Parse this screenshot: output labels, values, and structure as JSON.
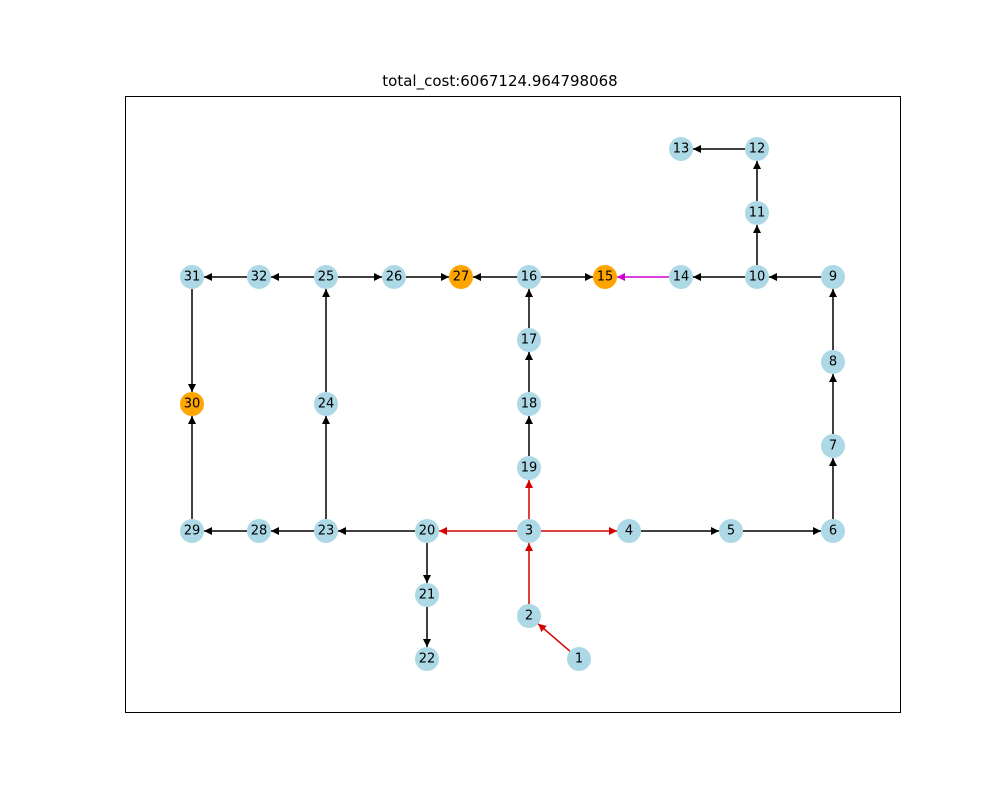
{
  "title": "total_cost:6067124.964798068",
  "colors": {
    "node_default": "#add8e6",
    "node_highlight": "#ffa500",
    "edge_default": "#000000",
    "edge_red": "#d40000",
    "edge_magenta": "#d000d0"
  },
  "chart_data": {
    "type": "graph",
    "nodes": [
      {
        "id": "1",
        "highlight": false
      },
      {
        "id": "2",
        "highlight": false
      },
      {
        "id": "3",
        "highlight": false
      },
      {
        "id": "4",
        "highlight": false
      },
      {
        "id": "5",
        "highlight": false
      },
      {
        "id": "6",
        "highlight": false
      },
      {
        "id": "7",
        "highlight": false
      },
      {
        "id": "8",
        "highlight": false
      },
      {
        "id": "9",
        "highlight": false
      },
      {
        "id": "10",
        "highlight": false
      },
      {
        "id": "11",
        "highlight": false
      },
      {
        "id": "12",
        "highlight": false
      },
      {
        "id": "13",
        "highlight": false
      },
      {
        "id": "14",
        "highlight": false
      },
      {
        "id": "15",
        "highlight": true
      },
      {
        "id": "16",
        "highlight": false
      },
      {
        "id": "17",
        "highlight": false
      },
      {
        "id": "18",
        "highlight": false
      },
      {
        "id": "19",
        "highlight": false
      },
      {
        "id": "20",
        "highlight": false
      },
      {
        "id": "21",
        "highlight": false
      },
      {
        "id": "22",
        "highlight": false
      },
      {
        "id": "23",
        "highlight": false
      },
      {
        "id": "24",
        "highlight": false
      },
      {
        "id": "25",
        "highlight": false
      },
      {
        "id": "26",
        "highlight": false
      },
      {
        "id": "27",
        "highlight": true
      },
      {
        "id": "28",
        "highlight": false
      },
      {
        "id": "29",
        "highlight": false
      },
      {
        "id": "30",
        "highlight": true
      },
      {
        "id": "31",
        "highlight": false
      },
      {
        "id": "32",
        "highlight": false
      }
    ],
    "edges": [
      {
        "from": "1",
        "to": "2",
        "color": "red"
      },
      {
        "from": "2",
        "to": "3",
        "color": "red"
      },
      {
        "from": "3",
        "to": "4",
        "color": "red"
      },
      {
        "from": "3",
        "to": "19",
        "color": "red"
      },
      {
        "from": "3",
        "to": "20",
        "color": "red"
      },
      {
        "from": "4",
        "to": "5",
        "color": "black"
      },
      {
        "from": "5",
        "to": "6",
        "color": "black"
      },
      {
        "from": "6",
        "to": "7",
        "color": "black"
      },
      {
        "from": "7",
        "to": "8",
        "color": "black"
      },
      {
        "from": "8",
        "to": "9",
        "color": "black"
      },
      {
        "from": "9",
        "to": "10",
        "color": "black"
      },
      {
        "from": "10",
        "to": "11",
        "color": "black"
      },
      {
        "from": "11",
        "to": "12",
        "color": "black"
      },
      {
        "from": "12",
        "to": "13",
        "color": "black"
      },
      {
        "from": "10",
        "to": "14",
        "color": "black"
      },
      {
        "from": "14",
        "to": "15",
        "color": "magenta"
      },
      {
        "from": "19",
        "to": "18",
        "color": "black"
      },
      {
        "from": "18",
        "to": "17",
        "color": "black"
      },
      {
        "from": "17",
        "to": "16",
        "color": "black"
      },
      {
        "from": "16",
        "to": "15",
        "color": "black"
      },
      {
        "from": "16",
        "to": "27",
        "color": "black"
      },
      {
        "from": "20",
        "to": "21",
        "color": "black"
      },
      {
        "from": "21",
        "to": "22",
        "color": "black"
      },
      {
        "from": "20",
        "to": "23",
        "color": "black"
      },
      {
        "from": "23",
        "to": "24",
        "color": "black"
      },
      {
        "from": "24",
        "to": "25",
        "color": "black"
      },
      {
        "from": "25",
        "to": "26",
        "color": "black"
      },
      {
        "from": "26",
        "to": "27",
        "color": "black"
      },
      {
        "from": "25",
        "to": "32",
        "color": "black"
      },
      {
        "from": "32",
        "to": "31",
        "color": "black"
      },
      {
        "from": "31",
        "to": "30",
        "color": "black"
      },
      {
        "from": "23",
        "to": "28",
        "color": "black"
      },
      {
        "from": "28",
        "to": "29",
        "color": "black"
      },
      {
        "from": "29",
        "to": "30",
        "color": "black"
      }
    ]
  }
}
